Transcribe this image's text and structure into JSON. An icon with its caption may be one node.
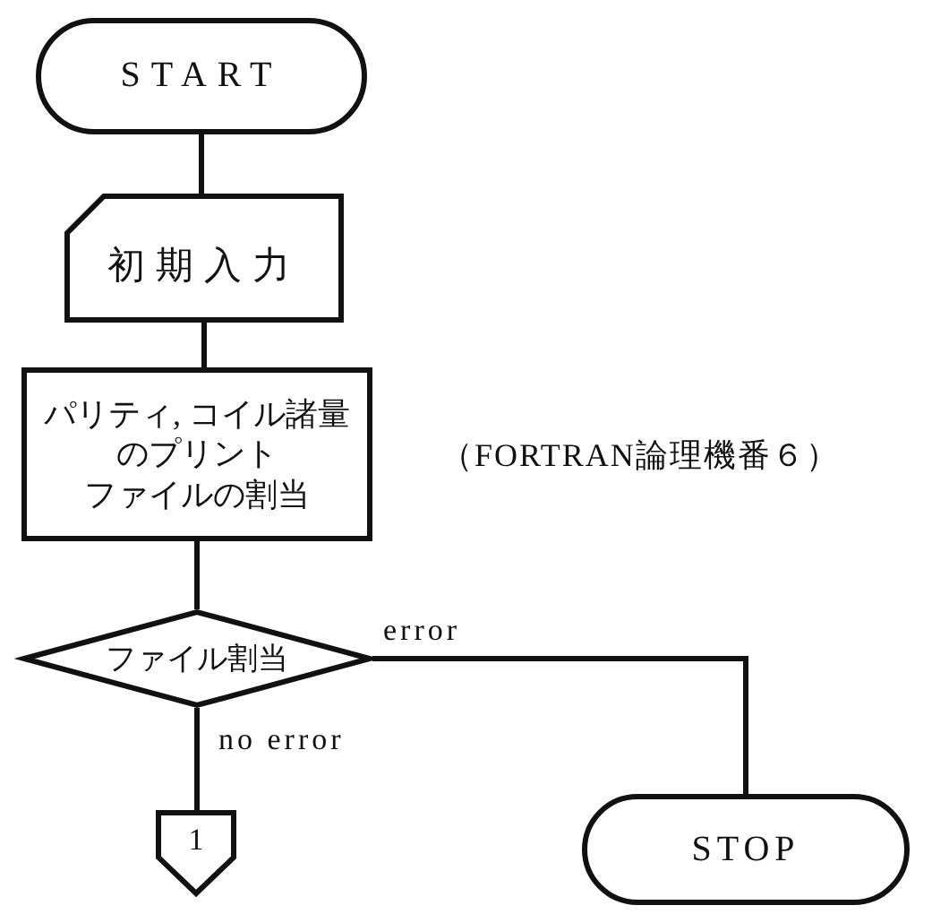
{
  "diagram": {
    "nodes": [
      {
        "text": [
          "START"
        ]
      },
      {
        "text": [
          "初期入力"
        ]
      },
      {
        "text": [
          "パリティ, コイル諸量のプリント",
          "ファイルの割当"
        ],
        "beside": [
          "（FORTRAN論理機番６）"
        ]
      },
      {
        "text": [
          "ファイル割当"
        ]
      },
      {
        "text": [
          "1"
        ]
      },
      {
        "text": [
          "STOP"
        ]
      }
    ],
    "edges": [
      {
        "from": 0,
        "to": 1,
        "arrow": "none"
      },
      {
        "from": 1,
        "to": 2,
        "arrow": "none"
      },
      {
        "from": 2,
        "to": 3,
        "arrow": "none"
      },
      {
        "from": 3,
        "to": 4,
        "arrow": "none",
        "label": "no error"
      },
      {
        "from": 3,
        "to": 5,
        "arrow": "none",
        "label": "error"
      }
    ]
  }
}
